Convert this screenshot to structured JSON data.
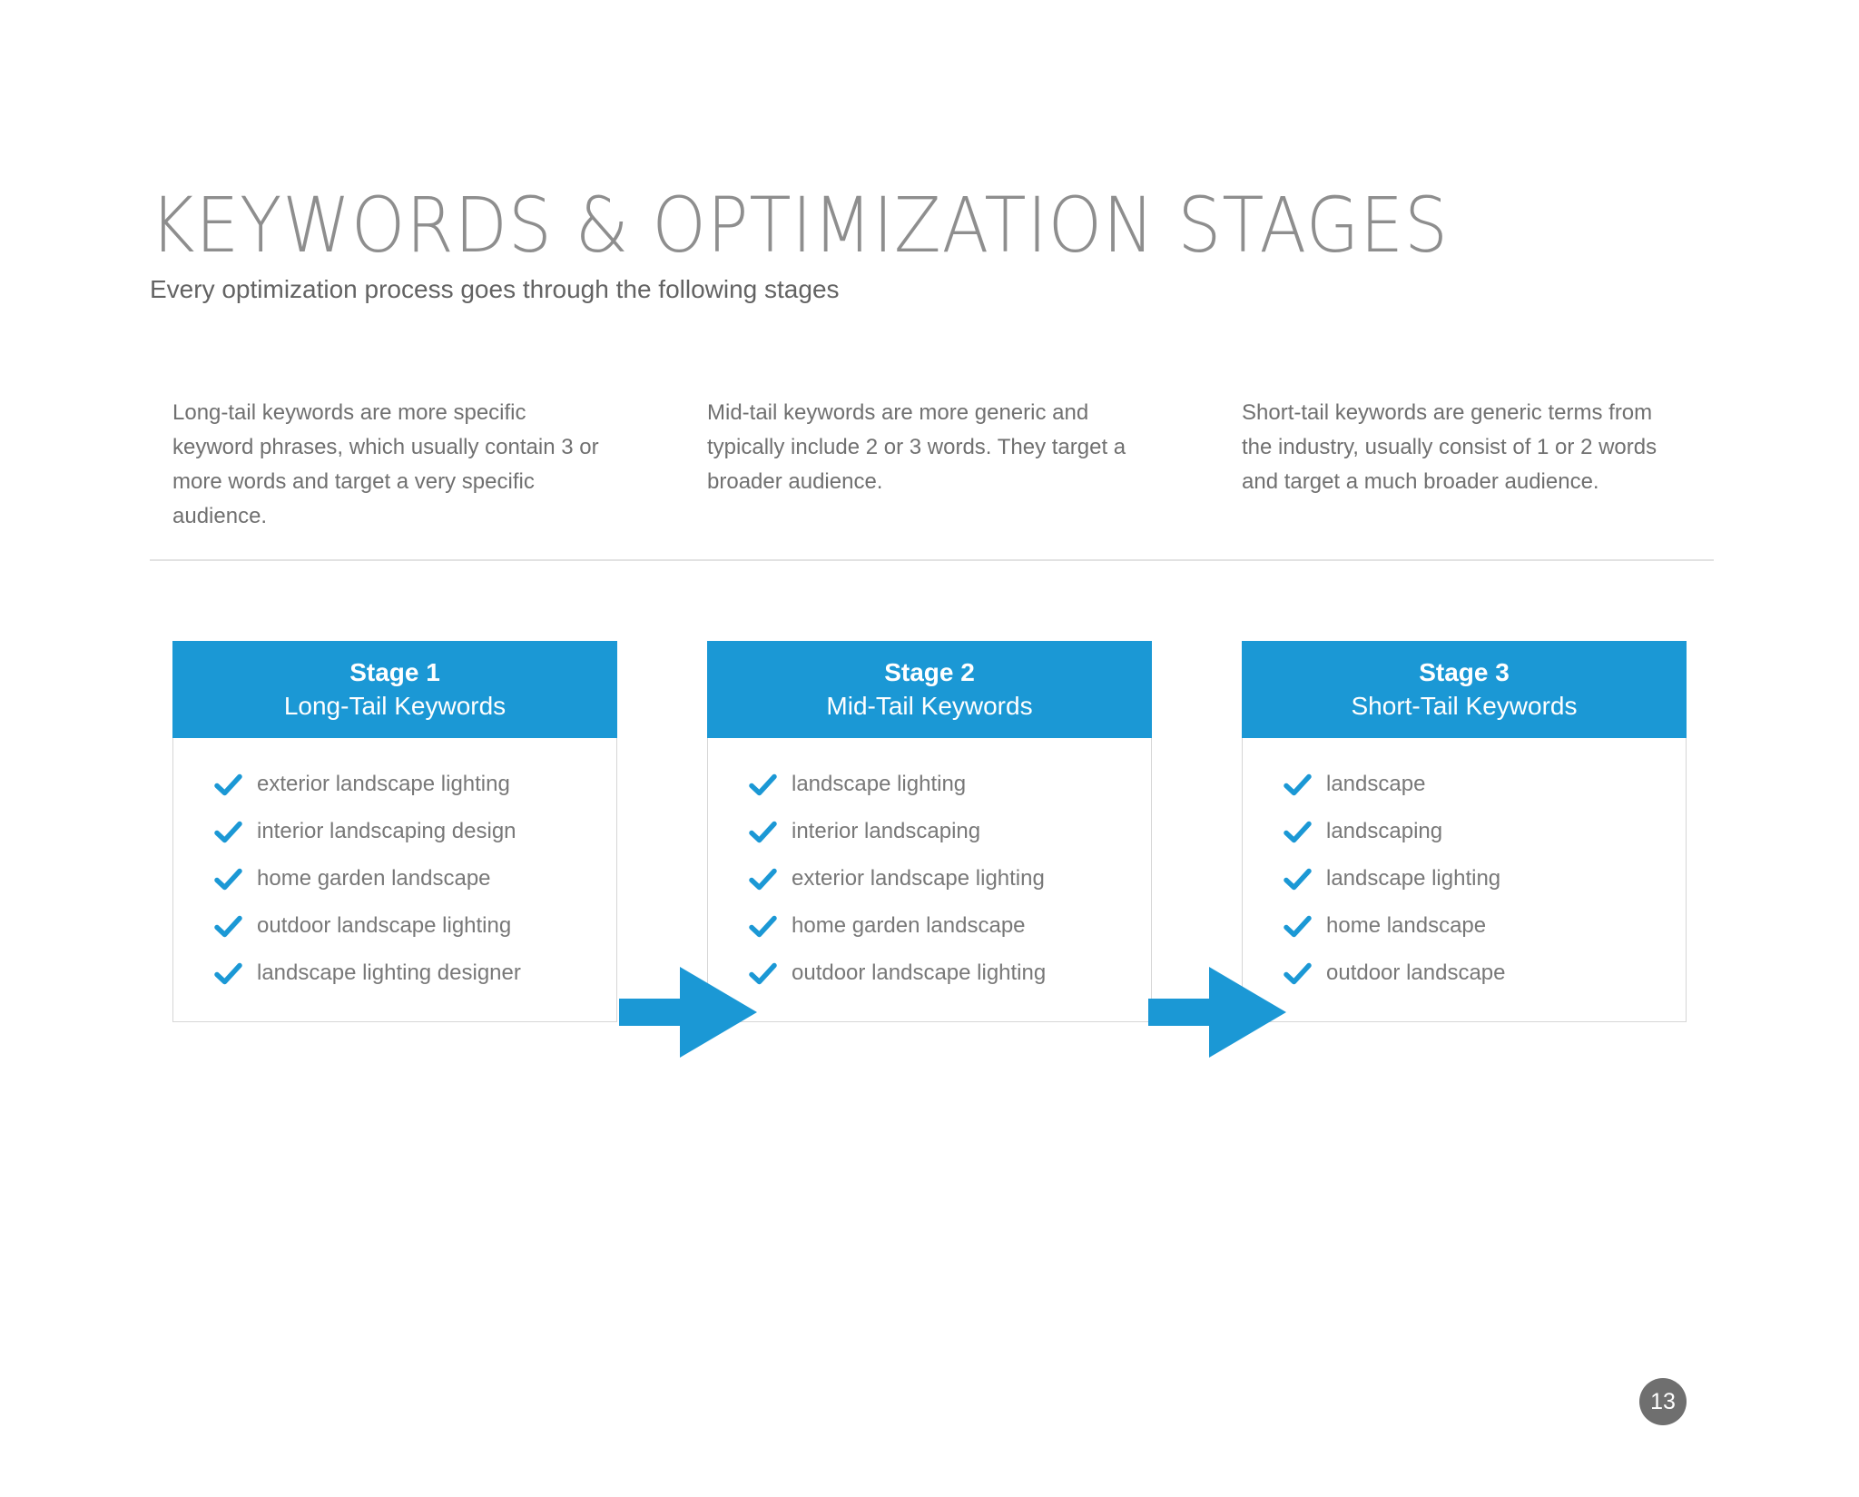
{
  "slide": {
    "title": "KEYWORDS & OPTIMIZATION STAGES",
    "subtitle": "Every optimization process goes through the following stages",
    "page_number": "13"
  },
  "descriptions": [
    "Long-tail keywords are more specific keyword phrases, which usually contain 3 or more words and target a very specific audience.",
    "Mid-tail keywords are more generic and typically include 2 or 3 words. They target a broader audience.",
    "Short-tail keywords are generic terms from the industry, usually consist of 1 or 2 words and target a much broader audience."
  ],
  "stages": [
    {
      "label": "Stage 1",
      "name": "Long-Tail Keywords",
      "items": [
        "exterior landscape lighting",
        "interior landscaping design",
        "home garden landscape",
        "outdoor landscape lighting",
        "landscape lighting designer"
      ]
    },
    {
      "label": "Stage 2",
      "name": "Mid-Tail Keywords",
      "items": [
        "landscape lighting",
        "interior landscaping",
        "exterior landscape lighting",
        "home garden landscape",
        "outdoor landscape lighting"
      ]
    },
    {
      "label": "Stage 3",
      "name": "Short-Tail Keywords",
      "items": [
        "landscape",
        "landscaping",
        "landscape lighting",
        "home landscape",
        "outdoor landscape"
      ]
    }
  ],
  "icons": {
    "check": "check-icon",
    "arrow": "arrow-right-icon"
  },
  "colors": {
    "accent_blue": "#1b98d5",
    "title_gray": "#8e8e8e",
    "body_text_gray": "#707070",
    "list_text_gray": "#787878",
    "card_border_gray": "#d6d6d6",
    "divider_gray": "#e2e2e2",
    "page_badge_gray": "#6f6f6f"
  }
}
